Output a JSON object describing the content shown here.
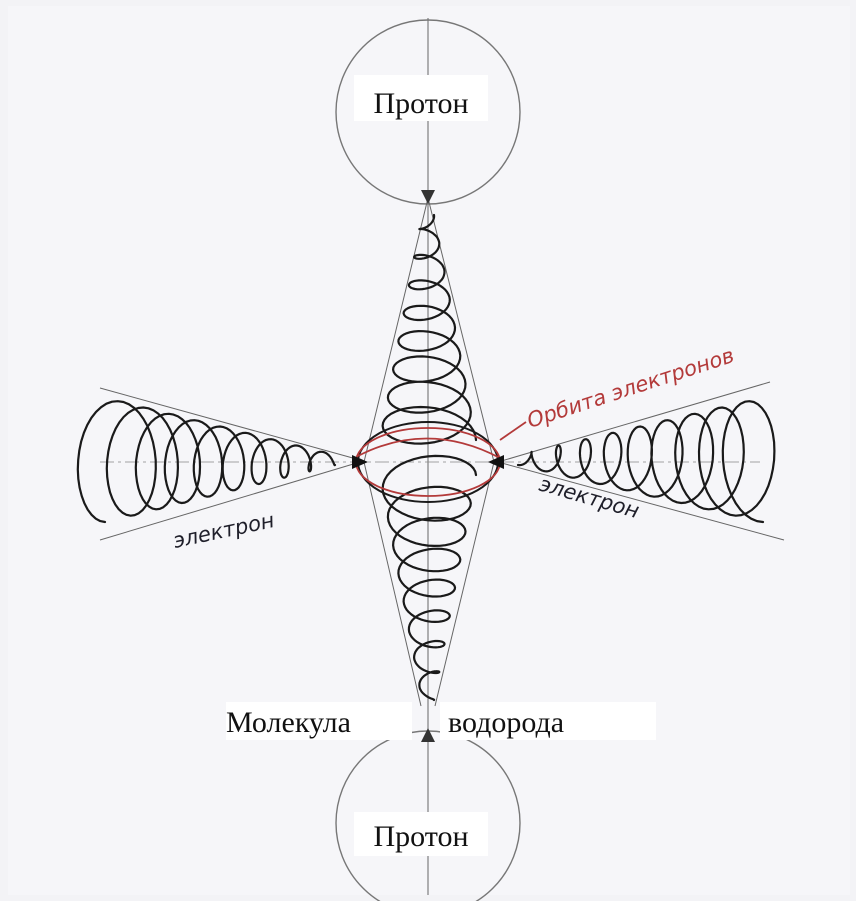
{
  "labels": {
    "proton_top": "Протон",
    "proton_bottom": "Протон",
    "molecule_left": "Молекула",
    "molecule_right": "водорода",
    "electron_left": "электрон",
    "electron_right": "электрон",
    "orbit": "Орбита электронов"
  },
  "colors": {
    "paper": "#f3f3f6",
    "ink": "#1a1a1a",
    "orbit": "#b33a3a",
    "guide": "#666666"
  }
}
